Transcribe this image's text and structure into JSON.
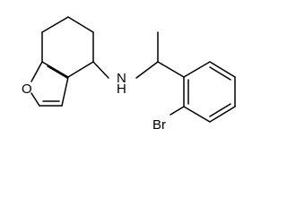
{
  "molecule": {
    "atoms": {
      "oxygen": "O",
      "nitrogen": "N",
      "hydrogen": "H",
      "bromine": "Br"
    },
    "line_color": "#000000",
    "background": "#ffffff"
  }
}
